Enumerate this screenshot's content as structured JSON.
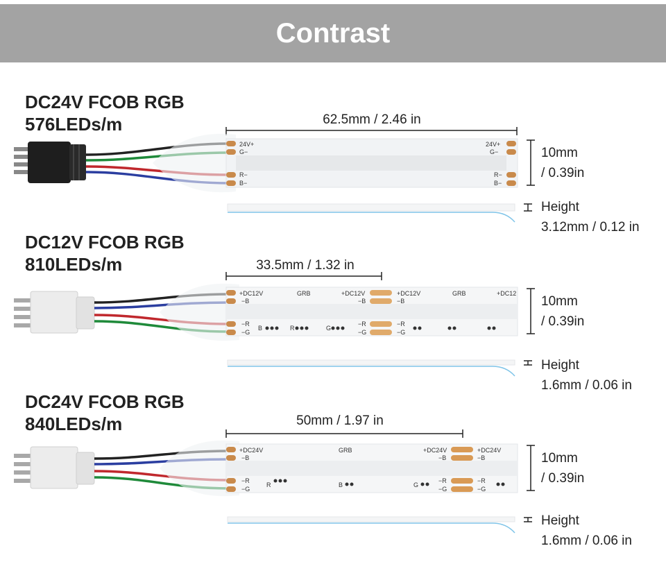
{
  "header": {
    "title": "Contrast"
  },
  "colors": {
    "header_band": "#a3a3a3",
    "wire_black": "#222222",
    "wire_green": "#1f8a3a",
    "wire_red": "#c0282d",
    "wire_blue": "#2b3ea0",
    "copper_pad": "#c98a4b",
    "profile_edge": "#7fc4e8"
  },
  "sections": [
    {
      "title_line1": "DC24V FCOB RGB",
      "title_line2": "576LEDs/m",
      "length_label": "62.5mm / 2.46 in",
      "width_line1": "10mm",
      "width_line2": "/ 0.39in",
      "height_line1": "Height",
      "height_line2": "3.12mm / 0.12 in",
      "connector_icon": "black-4pin-connector-icon",
      "pad_labels_top": [
        "24V+",
        "G−"
      ],
      "pad_labels_bottom": [
        "R−",
        "B−"
      ],
      "pad_labels_right_top": [
        "24V+",
        "G−"
      ],
      "pad_labels_right_bottom": [
        "R−",
        "B−"
      ]
    },
    {
      "title_line1": "DC12V FCOB RGB",
      "title_line2": "810LEDs/m",
      "length_label": "33.5mm / 1.32 in",
      "width_line1": "10mm",
      "width_line2": "/ 0.39in",
      "height_line1": "Height",
      "height_line2": "1.6mm / 0.06 in",
      "connector_icon": "white-4pin-connector-icon",
      "pad_labels_top": [
        "+DC12V",
        "−B"
      ],
      "pad_labels_bottom": [
        "−R",
        "−G"
      ],
      "mid_labels": [
        "GRB",
        "+DC12V",
        "−B",
        "+DC12V",
        "−B",
        "GRB",
        "+DC12"
      ],
      "bottom_marks": [
        "B",
        "R",
        "G",
        "−R",
        "−G",
        "−R",
        "−G"
      ]
    },
    {
      "title_line1": "DC24V FCOB RGB",
      "title_line2": "840LEDs/m",
      "length_label": "50mm / 1.97 in",
      "width_line1": "10mm",
      "width_line2": "/ 0.39in",
      "height_line1": "Height",
      "height_line2": "1.6mm / 0.06 in",
      "connector_icon": "white-4pin-connector-icon",
      "pad_labels_top": [
        "+DC24V",
        "−B"
      ],
      "pad_labels_bottom": [
        "−R",
        "−G"
      ],
      "mid_labels": [
        "GRB",
        "+DC24V",
        "−B",
        "+DC24V",
        "−B"
      ],
      "bottom_marks": [
        "R",
        "B",
        "G",
        "−R",
        "−G",
        "−R",
        "−G"
      ]
    }
  ]
}
